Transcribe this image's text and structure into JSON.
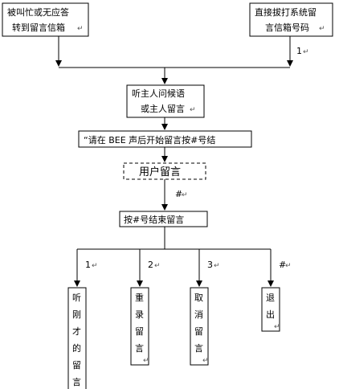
{
  "flowchart": {
    "start_left": {
      "line1": "被叫忙或无应答",
      "line2": "转到留言信箱"
    },
    "start_right": {
      "line1": "直接拔打系统留",
      "line2": "言信箱号码"
    },
    "branch_right_label": "1",
    "greeting": {
      "line1": "听主人问候语",
      "line2": "或主人留言"
    },
    "prompt": "“请在 BEE 声后开始留言按#号结",
    "record": "用户留言",
    "hash_label": "#",
    "end_record": "按#号结束留言",
    "options": [
      {
        "key": "1",
        "chars": [
          "听",
          "刚",
          "才",
          "的",
          "留",
          "言"
        ]
      },
      {
        "key": "2",
        "chars": [
          "重",
          "录",
          "留",
          "言"
        ]
      },
      {
        "key": "3",
        "chars": [
          "取",
          "消",
          "留",
          "言"
        ]
      },
      {
        "key": "#",
        "chars": [
          "退",
          "出"
        ]
      }
    ],
    "return_mark": "↵"
  }
}
